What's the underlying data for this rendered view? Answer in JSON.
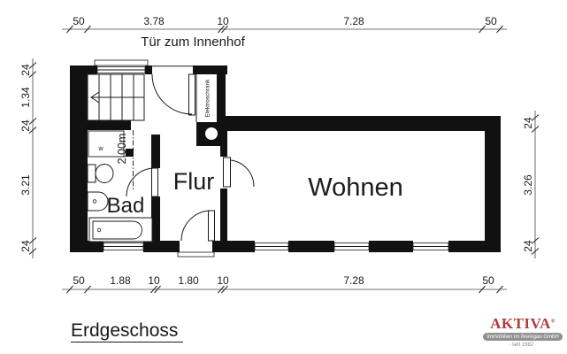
{
  "plan": {
    "door_note": "Tür zum Innenhof",
    "rooms": {
      "bad": "Bad",
      "flur": "Flur",
      "wohnen": "Wohnen"
    },
    "annotations": {
      "elektroschrank": "Elektroschrank",
      "height_label": "2.00m",
      "washer_label": "w"
    }
  },
  "dims": {
    "top": [
      "50",
      "3.78",
      "10",
      "7.28",
      "50"
    ],
    "bottom": [
      "50",
      "1.88",
      "10",
      "1.80",
      "10",
      "7.28",
      "50"
    ],
    "left": [
      "24",
      "1.34",
      "24",
      "3.21",
      "24"
    ],
    "right": [
      "24",
      "3.26",
      "24"
    ]
  },
  "footer": {
    "floor_label": "Erdgeschoss"
  },
  "logo": {
    "name": "AKTIVA",
    "registered": "®",
    "tagline": "Immobilien im Breisgau GmbH",
    "since": "· seit 1982 ·"
  },
  "colors": {
    "wall": "#111111",
    "brand_red": "#b23b3b",
    "banner_gray": "#909090"
  }
}
